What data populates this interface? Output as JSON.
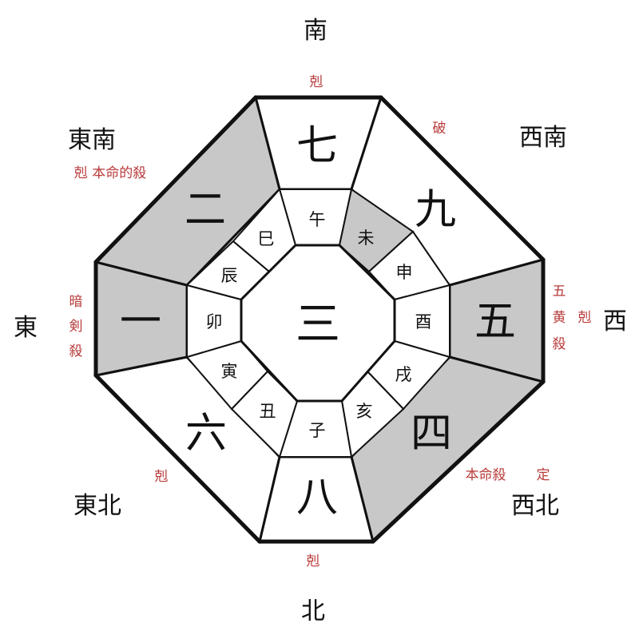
{
  "directions": {
    "south": "南",
    "southwest": "西南",
    "west": "西",
    "northwest": "西北",
    "north": "北",
    "northeast": "東北",
    "east": "東",
    "southeast": "東南"
  },
  "center_star": "三",
  "stars": {
    "south": "七",
    "southwest": "九",
    "west": "五",
    "northwest": "四",
    "north": "八",
    "northeast": "六",
    "east": "一",
    "southeast": "二"
  },
  "shaded_colors": {
    "shaded": "#c8c8c8",
    "normal": "#ffffff",
    "outline": "#111111",
    "note": "#b83a3a"
  },
  "branches": {
    "wu": "午",
    "wei": "未",
    "shen": "申",
    "you": "酉",
    "xu": "戌",
    "hai": "亥",
    "zi": "子",
    "chou": "丑",
    "yin": "寅",
    "mao": "卯",
    "chen": "辰",
    "si": "巳"
  },
  "notes": {
    "south": "剋",
    "southwest": "破",
    "west_col1": "五",
    "west_col2": "黄",
    "west_col3": "殺",
    "west_extra": "剋",
    "northwest_1": "本命殺",
    "northwest_2": "定",
    "north": "剋",
    "northeast": "剋",
    "east_1": "暗",
    "east_2": "剣",
    "east_3": "殺",
    "southeast": "剋 本命的殺"
  }
}
